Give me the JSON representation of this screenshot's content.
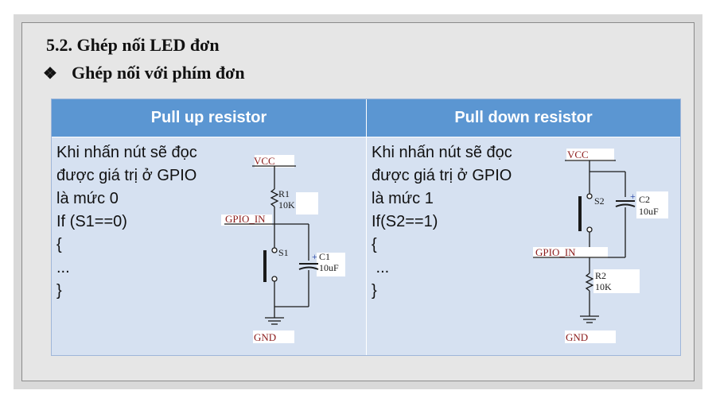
{
  "heading": "5.2. Ghép nối LED đơn",
  "subheading": {
    "bullet": "❖",
    "text": "Ghép nối với phím đơn"
  },
  "table": {
    "columns": [
      "Pull up resistor",
      "Pull down resistor"
    ],
    "pull_up": {
      "lines": [
        "Khi nhấn nút sẽ đọc",
        "được giá trị ở GPIO",
        "là mức 0",
        "If (S1==0)",
        "{",
        "...",
        "}"
      ],
      "vcc": "VCC",
      "resistor_name": "R1",
      "resistor_value": "10K",
      "gpio": "GPIO_IN",
      "switch": "S1",
      "cap_name": "C1",
      "cap_value": "10uF",
      "gnd": "GND"
    },
    "pull_down": {
      "lines": [
        "Khi nhấn nút sẽ đọc",
        "được giá trị ở GPIO",
        "là mức 1",
        "If(S2==1)",
        "{",
        " ...",
        "}"
      ],
      "vcc": "VCC",
      "switch": "S2",
      "cap_name": "C2",
      "cap_value": "10uF",
      "gpio": "GPIO_IN",
      "resistor_name": "R2",
      "resistor_value": "10K",
      "gnd": "GND"
    }
  },
  "colors": {
    "header": "#5b96d2",
    "cell": "#d6e1f1",
    "wire": "#1a1a1a",
    "label_red": "#8b1a1a"
  }
}
